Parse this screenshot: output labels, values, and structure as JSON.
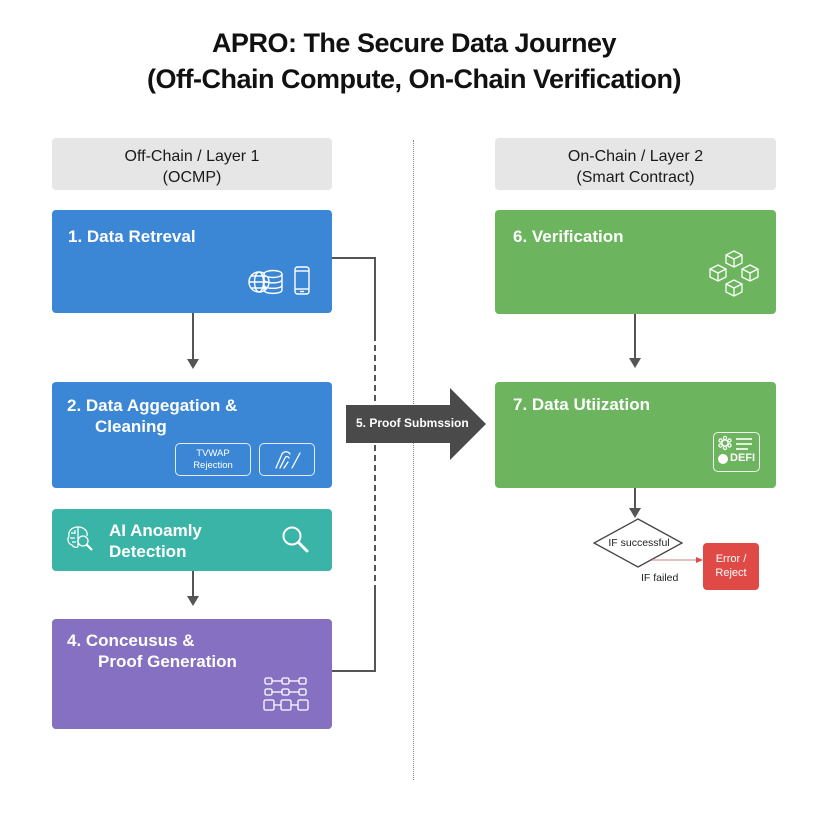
{
  "title": {
    "line1": "APRO: The Secure Data Journey",
    "line2": "(Off-Chain Compute, On-Chain Verification)"
  },
  "columns": {
    "left": {
      "line1": "Off-Chain / Layer 1",
      "line2": "(OCMP)"
    },
    "right": {
      "line1": "On-Chain / Layer 2",
      "line2": "(Smart Contract)"
    }
  },
  "steps": {
    "s1": {
      "label": "1.   Data Retreval",
      "icons": [
        "globe-database-icon",
        "mobile-phone-icon"
      ],
      "color": "#3b87d6"
    },
    "s2": {
      "line1": "2.  Data Aggegation &",
      "line2": "Cleaning",
      "pill1_line1": "TVWAP",
      "pill1_line2": "Rejection",
      "pill2_icon": "signal-filter-icon",
      "color": "#3b87d6"
    },
    "s3": {
      "line1": "AI Anoamly",
      "line2": "Detection",
      "icons": [
        "brain-search-icon",
        "magnifier-icon"
      ],
      "color": "#39b4a7"
    },
    "s4": {
      "line1": "4.   Conceusus &",
      "line2": "Proof Generation",
      "icons": [
        "node-grid-icon"
      ],
      "color": "#8570c2"
    },
    "s5": {
      "label": "5. Proof Submssion",
      "color": "#4a4a4a"
    },
    "s6": {
      "label": "6.   Verification",
      "icons": [
        "cubes-icon"
      ],
      "color": "#6cb45d"
    },
    "s7": {
      "label": "7.   Data Utiization",
      "badge": "DEFI",
      "icons": [
        "defi-panel-icon"
      ],
      "color": "#6cb45d"
    }
  },
  "decision": {
    "diamond_label": "IF successful",
    "failed_label": "IF failed",
    "error_line1": "Error /",
    "error_line2": "Reject",
    "error_color": "#e04a46"
  }
}
